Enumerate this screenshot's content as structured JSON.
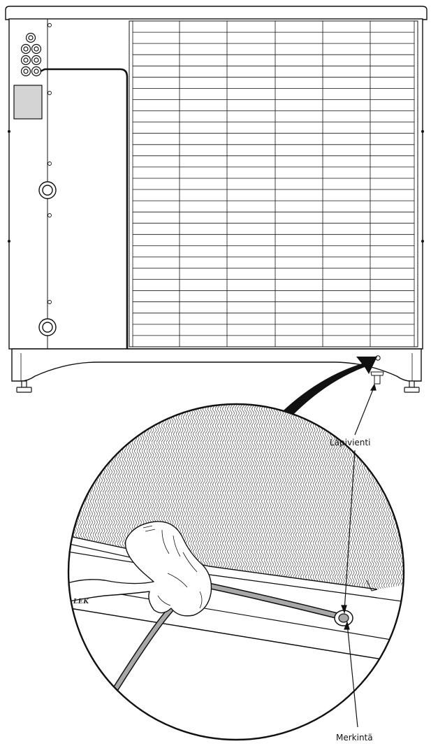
{
  "labels": {
    "passthrough": "Läpivienti",
    "marking": "Merkintä",
    "brand_mark": "LEK"
  },
  "colors": {
    "line": "#111111",
    "panel_fill": "#ffffff",
    "display_fill": "#d4d4d4",
    "cable_fill": "#a8a8a8",
    "grille_stroke": "#6e6e6e"
  }
}
